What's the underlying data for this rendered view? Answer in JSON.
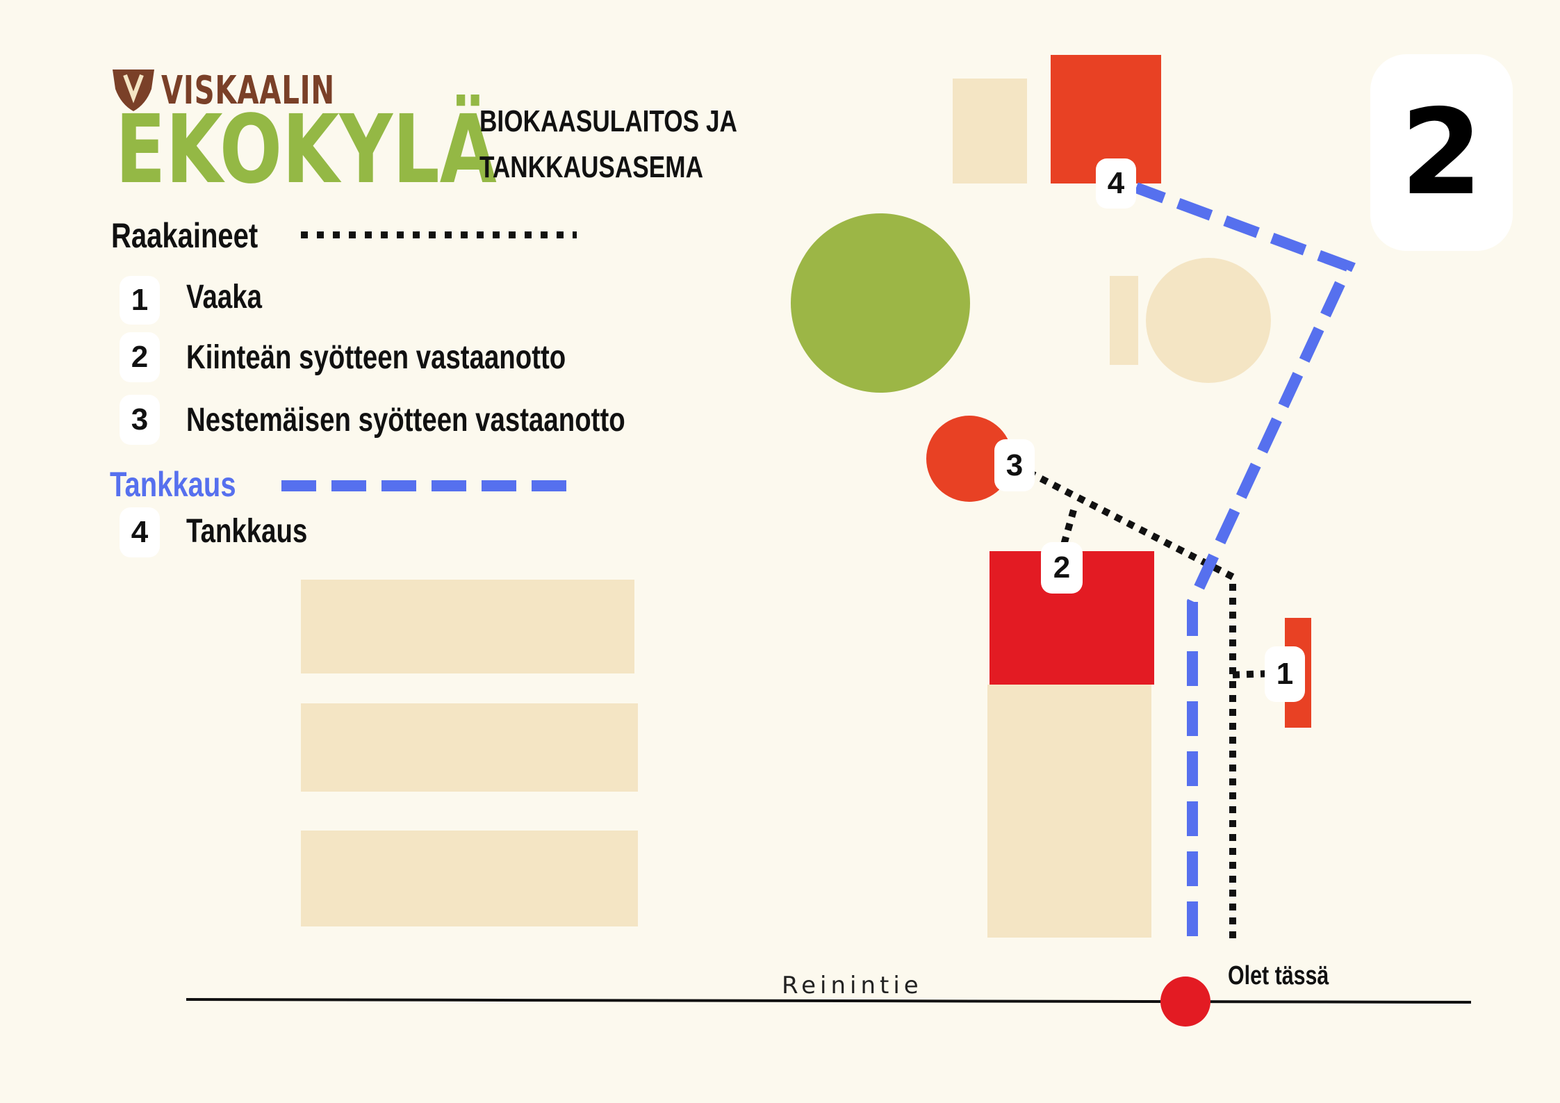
{
  "logo": {
    "top_text": "VISKAALIN",
    "main_text": "EKOKYLÄ",
    "emblem_icon": "shield-leaf-icon"
  },
  "title": {
    "line1": "BIOKAASULAITOS JA",
    "line2": "TANKKAUSASEMA"
  },
  "page_number": "2",
  "legend": {
    "raw_materials": {
      "heading": "Raakaineet",
      "line_style": "dotted",
      "items": [
        {
          "number": "1",
          "label": "Vaaka"
        },
        {
          "number": "2",
          "label": "Kiinteän syötteen vastaanotto"
        },
        {
          "number": "3",
          "label": "Nestemäisen syötteen vastaanotto"
        }
      ]
    },
    "refueling": {
      "heading": "Tankkaus",
      "line_style": "dashed",
      "items": [
        {
          "number": "4",
          "label": "Tankkaus"
        }
      ]
    }
  },
  "map": {
    "road_name": "Reinintie",
    "you_are_here": "Olet tässä",
    "markers": [
      "1",
      "2",
      "3",
      "4"
    ]
  },
  "colors": {
    "background": "#fcf9ee",
    "building_beige": "#f4e5c4",
    "orange_red": "#e84124",
    "red": "#e31b23",
    "green": "#9cb646",
    "route_blue": "#5670ee",
    "route_black": "#111111",
    "logo_green": "#94b845",
    "logo_brown": "#7a4028",
    "heading_blue": "#5670ee"
  }
}
